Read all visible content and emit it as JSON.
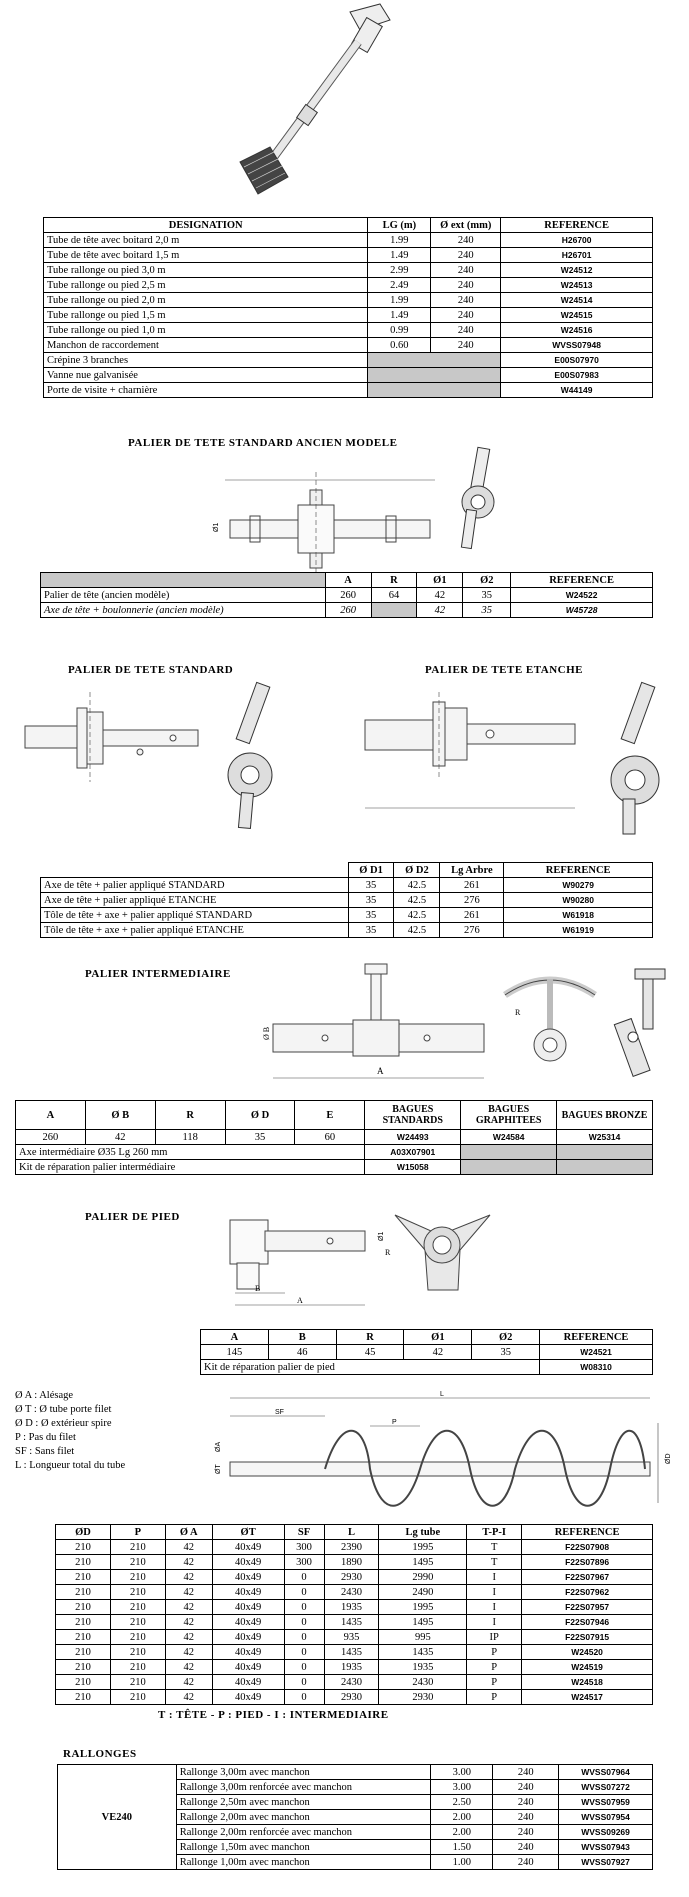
{
  "tubes": {
    "headers": [
      "DESIGNATION",
      "LG (m)",
      "Ø ext (mm)",
      "REFERENCE"
    ],
    "rows": [
      [
        "Tube de tête avec boitard 2,0 m",
        "1.99",
        "240",
        "H26700"
      ],
      [
        "Tube de tête avec boitard 1,5 m",
        "1.49",
        "240",
        "H26701"
      ],
      [
        "Tube rallonge ou pied 3,0 m",
        "2.99",
        "240",
        "W24512"
      ],
      [
        "Tube rallonge ou pied 2,5 m",
        "2.49",
        "240",
        "W24513"
      ],
      [
        "Tube rallonge ou pied 2,0 m",
        "1.99",
        "240",
        "W24514"
      ],
      [
        "Tube rallonge ou pied 1,5 m",
        "1.49",
        "240",
        "W24515"
      ],
      [
        "Tube rallonge ou pied 1,0 m",
        "0.99",
        "240",
        "W24516"
      ],
      [
        "Manchon de raccordement",
        "0.60",
        "240",
        "WVSS07948"
      ],
      [
        "Crépine 3 branches",
        "",
        "",
        "E00S07970"
      ],
      [
        "Vanne nue galvanisée",
        "",
        "",
        "E00S07983"
      ],
      [
        "Porte de visite + charnière",
        "",
        "",
        "W44149"
      ]
    ]
  },
  "palier_ancien": {
    "title": "PALIER DE TETE STANDARD ANCIEN MODELE",
    "dim_label": "Ø1",
    "headers": [
      "",
      "A",
      "R",
      "Ø1",
      "Ø2",
      "REFERENCE"
    ],
    "rows": [
      [
        "Palier de tête (ancien modèle)",
        "260",
        "64",
        "42",
        "35",
        "W24522"
      ],
      [
        "Axe de tête + boulonnerie (ancien modèle)",
        "260",
        "",
        "42",
        "35",
        "W45728"
      ]
    ]
  },
  "palier_standard": {
    "title_left": "PALIER DE TETE STANDARD",
    "title_right": "PALIER DE TETE ETANCHE",
    "headers": [
      "",
      "Ø D1",
      "Ø D2",
      "Lg Arbre",
      "REFERENCE"
    ],
    "rows": [
      [
        "Axe de tête + palier appliqué STANDARD",
        "35",
        "42.5",
        "261",
        "W90279"
      ],
      [
        "Axe de tête + palier appliqué ETANCHE",
        "35",
        "42.5",
        "276",
        "W90280"
      ],
      [
        "Tôle de tête + axe + palier appliqué STANDARD",
        "35",
        "42.5",
        "261",
        "W61918"
      ],
      [
        "Tôle de tête + axe + palier appliqué ETANCHE",
        "35",
        "42.5",
        "276",
        "W61919"
      ]
    ]
  },
  "palier_inter": {
    "title": "PALIER INTERMEDIAIRE",
    "label_a": "A",
    "label_b": "Ø B",
    "label_r": "R",
    "headers": [
      "A",
      "Ø B",
      "R",
      "Ø D",
      "E",
      "BAGUES STANDARDS",
      "BAGUES GRAPHITEES",
      "BAGUES BRONZE"
    ],
    "values": [
      "260",
      "42",
      "118",
      "35",
      "60",
      "W24493",
      "W24584",
      "W25314"
    ],
    "extra": [
      [
        "Axe intermédiaire Ø35 Lg 260 mm",
        "A03X07901"
      ],
      [
        "Kit de réparation palier intermédiaire",
        "W15058"
      ]
    ]
  },
  "palier_pied": {
    "title": "PALIER DE PIED",
    "label_a": "A",
    "label_b": "B",
    "label_r": "R",
    "label_o1": "Ø1",
    "headers": [
      "A",
      "B",
      "R",
      "Ø1",
      "Ø2",
      "REFERENCE"
    ],
    "values": [
      "145",
      "46",
      "45",
      "42",
      "35",
      "W24521"
    ],
    "extra": [
      "Kit de réparation palier de pied",
      "W08310"
    ]
  },
  "legend": [
    "Ø A : Alésage",
    "Ø T : Ø tube porte filet",
    "Ø D : Ø extérieur spire",
    "P : Pas du filet",
    "SF : Sans filet",
    "L : Longueur total du tube"
  ],
  "screw_labels": {
    "l": "L",
    "sf": "SF",
    "p": "P",
    "oa": "ØA",
    "ot": "ØT",
    "od": "ØD"
  },
  "vis": {
    "headers": [
      "ØD",
      "P",
      "Ø A",
      "ØT",
      "SF",
      "L",
      "Lg tube",
      "T-P-I",
      "REFERENCE"
    ],
    "rows": [
      [
        "210",
        "210",
        "42",
        "40x49",
        "300",
        "2390",
        "1995",
        "T",
        "F22S07908"
      ],
      [
        "210",
        "210",
        "42",
        "40x49",
        "300",
        "1890",
        "1495",
        "T",
        "F22S07896"
      ],
      [
        "210",
        "210",
        "42",
        "40x49",
        "0",
        "2930",
        "2990",
        "I",
        "F22S07967"
      ],
      [
        "210",
        "210",
        "42",
        "40x49",
        "0",
        "2430",
        "2490",
        "I",
        "F22S07962"
      ],
      [
        "210",
        "210",
        "42",
        "40x49",
        "0",
        "1935",
        "1995",
        "I",
        "F22S07957"
      ],
      [
        "210",
        "210",
        "42",
        "40x49",
        "0",
        "1435",
        "1495",
        "I",
        "F22S07946"
      ],
      [
        "210",
        "210",
        "42",
        "40x49",
        "0",
        "935",
        "995",
        "IP",
        "F22S07915"
      ],
      [
        "210",
        "210",
        "42",
        "40x49",
        "0",
        "1435",
        "1435",
        "P",
        "W24520"
      ],
      [
        "210",
        "210",
        "42",
        "40x49",
        "0",
        "1935",
        "1935",
        "P",
        "W24519"
      ],
      [
        "210",
        "210",
        "42",
        "40x49",
        "0",
        "2430",
        "2430",
        "P",
        "W24518"
      ],
      [
        "210",
        "210",
        "42",
        "40x49",
        "0",
        "2930",
        "2930",
        "P",
        "W24517"
      ]
    ],
    "footnote": "T : TÊTE - P : PIED - I : INTERMEDIAIRE"
  },
  "rallonges": {
    "title": "RALLONGES",
    "group": "VE240",
    "rows": [
      [
        "Rallonge 3,00m avec manchon",
        "3.00",
        "240",
        "WVSS07964"
      ],
      [
        "Rallonge 3,00m renforcée avec manchon",
        "3.00",
        "240",
        "WVSS07272"
      ],
      [
        "Rallonge 2,50m avec manchon",
        "2.50",
        "240",
        "WVSS07959"
      ],
      [
        "Rallonge 2,00m avec manchon",
        "2.00",
        "240",
        "WVSS07954"
      ],
      [
        "Rallonge 2,00m renforcée avec manchon",
        "2.00",
        "240",
        "WVSS09269"
      ],
      [
        "Rallonge 1,50m avec manchon",
        "1.50",
        "240",
        "WVSS07943"
      ],
      [
        "Rallonge 1,00m avec manchon",
        "1.00",
        "240",
        "WVSS07927"
      ]
    ]
  }
}
